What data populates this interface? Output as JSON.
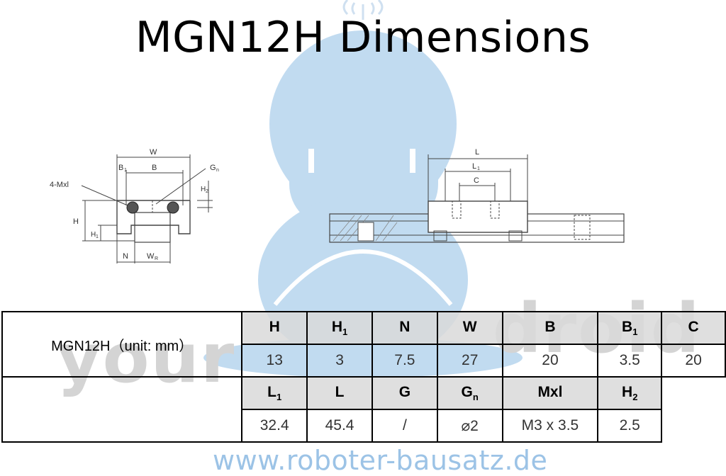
{
  "title": "MGN12H Dimensions",
  "watermark": {
    "left_text": "your",
    "right_text": "droid",
    "url": "www.roboter-bausatz.de",
    "colors": {
      "mascot": "#b7d5ee",
      "text": "#d4d4d4",
      "url": "#9cc3e6"
    }
  },
  "drawing_labels": {
    "cross_section": {
      "W": "W",
      "B1": "B",
      "B1_sub": "1",
      "B": "B",
      "Gn": "G",
      "Gn_sub": "n",
      "mxl": "4-Mxl",
      "H2": "H",
      "H2_sub": "2",
      "H": "H",
      "H1": "H",
      "H1_sub": "1",
      "N": "N",
      "WR": "W",
      "WR_sub": "R"
    },
    "side_view": {
      "L": "L",
      "L1": "L",
      "L1_sub": "1",
      "C": "C"
    }
  },
  "table": {
    "label": "MGN12H（unit: mm）",
    "row1_headers": [
      {
        "main": "H",
        "sub": ""
      },
      {
        "main": "H",
        "sub": "1"
      },
      {
        "main": "N",
        "sub": ""
      },
      {
        "main": "W",
        "sub": ""
      },
      {
        "main": "B",
        "sub": ""
      },
      {
        "main": "B",
        "sub": "1"
      },
      {
        "main": "C",
        "sub": ""
      }
    ],
    "row1_values": [
      "13",
      "3",
      "7.5",
      "27",
      "20",
      "3.5",
      "20"
    ],
    "row2_headers": [
      {
        "main": "L",
        "sub": "1"
      },
      {
        "main": "L",
        "sub": ""
      },
      {
        "main": "G",
        "sub": ""
      },
      {
        "main": "G",
        "sub": "n"
      },
      {
        "main": "Mxl",
        "sub": ""
      },
      {
        "main": "H",
        "sub": "2"
      }
    ],
    "row2_values": [
      "32.4",
      "45.4",
      "/",
      "⌀2",
      "M3 x 3.5",
      "2.5"
    ]
  }
}
